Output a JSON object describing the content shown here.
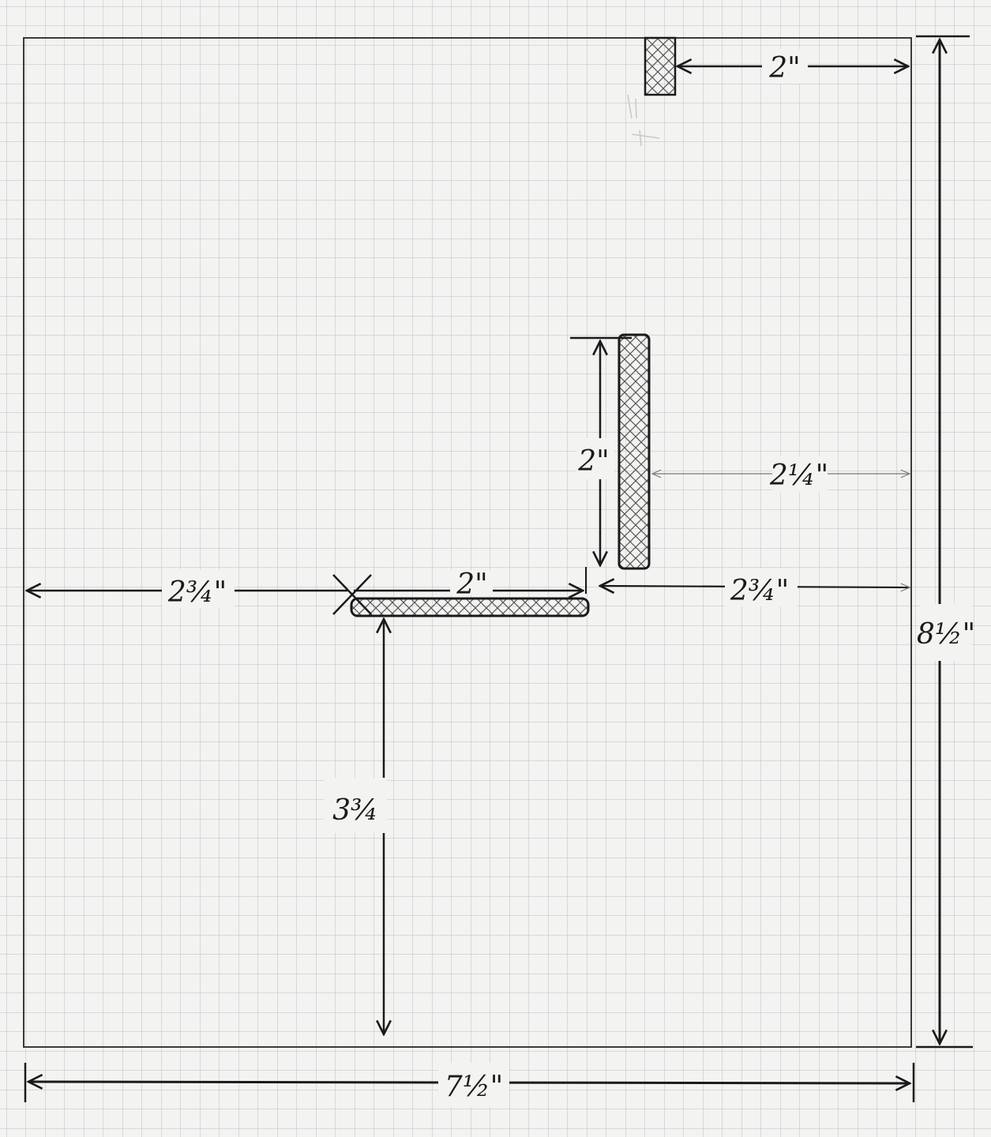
{
  "paper": {
    "background": "#f3f3f1",
    "grid_color": "#b9bcc4",
    "ink_color": "#1a1a1a",
    "hatch_color": "#555555",
    "pencil_color": "#c8c8c8"
  },
  "dimensions": {
    "top_block_to_edge": "2\"",
    "vertical_board_length": "2\"",
    "vertical_board_to_edge": "2¼\"",
    "left_to_horizontal_board": "2¾\"",
    "horizontal_board_length": "2\"",
    "horizontal_board_to_edge": "2¾\"",
    "horizontal_board_to_bottom": "3¾",
    "overall_height": "8½\"",
    "overall_width": "7½\""
  }
}
